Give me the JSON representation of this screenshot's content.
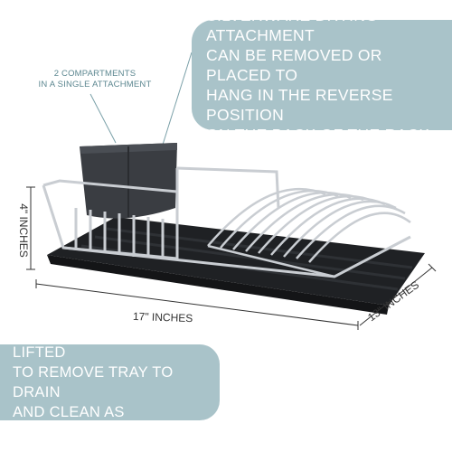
{
  "callouts": {
    "top": "SILVERWARE DRYING ATTACHMENT\nCAN BE REMOVED OR PLACED TO\nHANG IN THE REVERSE POSITION\nON THE BACK OF THE RACK",
    "bottom": "RACK CAN BE EASILY LIFTED\nTO REMOVE TRAY TO DRAIN\nAND CLEAN AS NECESSARY"
  },
  "note": "2 COMPARTMENTS\nIN A SINGLE ATTACHMENT",
  "dimensions": {
    "width": "17\" INCHES",
    "height": "4\" INCHES",
    "depth": "13\" INCHES"
  },
  "colors": {
    "callout_bg": "#a9c3c9",
    "note_text": "#5c8790",
    "tray": "#1f2124",
    "chrome": "#c9cdd2"
  }
}
